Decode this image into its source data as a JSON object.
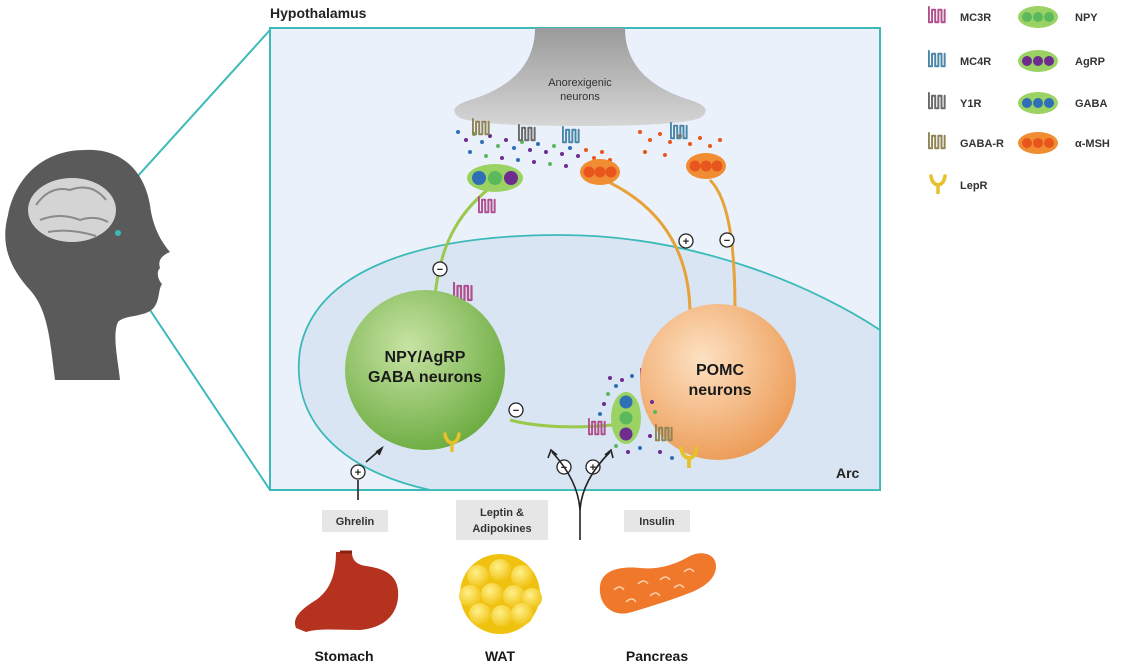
{
  "title": "Hypothalamus",
  "region_label": "Arc",
  "neurons": {
    "anorexigenic": [
      "Anorexigenic",
      "neurons"
    ],
    "npy_agrp": [
      "NPY/AgRP",
      "GABA neurons"
    ],
    "pomc": [
      "POMC",
      "neurons"
    ]
  },
  "signals": {
    "ghrelin": "Ghrelin",
    "leptin": [
      "Leptin &",
      "Adipokines"
    ],
    "insulin": "Insulin"
  },
  "organs": {
    "stomach": "Stomach",
    "wat": "WAT",
    "pancreas": "Pancreas"
  },
  "legend": {
    "receptors": [
      {
        "label": "MC3R",
        "color": "#b0508e"
      },
      {
        "label": "MC4R",
        "color": "#4a87a8"
      },
      {
        "label": "Y1R",
        "color": "#6a6a6a"
      },
      {
        "label": "GABA-R",
        "color": "#8f8455"
      },
      {
        "label": "LepR",
        "color": "#e7c12c"
      }
    ],
    "vesicles": [
      {
        "label": "NPY",
        "color": "#5cb85c"
      },
      {
        "label": "AgRP",
        "color": "#6e2c8e"
      },
      {
        "label": "GABA",
        "color": "#2f6fb5"
      },
      {
        "label": "α-MSH",
        "color": "#e8561e"
      }
    ]
  },
  "signs": {
    "plus": "+",
    "minus": "−"
  },
  "colors": {
    "frame": "#3bbab8",
    "panel_fill": "#eaf1fb",
    "arc_fill": "#d9e5f3",
    "npy_neuron": "#78b84c",
    "pomc_neuron": "#f0a563",
    "axon_green": "#9bc94c",
    "axon_orange": "#e8a23a",
    "stomach": "#b5331e",
    "wat": "#f5d11b",
    "pancreas": "#f0782a",
    "label_box": "#e6e6e6"
  }
}
